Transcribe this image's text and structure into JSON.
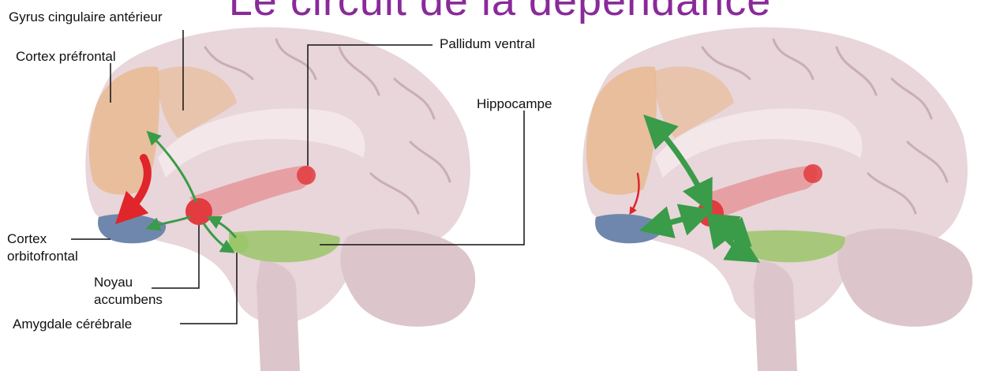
{
  "title": "Le circuit de la dépendance",
  "labels": {
    "acc": "Gyrus cingulaire antérieur",
    "pfc": "Cortex préfrontal",
    "pallidum": "Pallidum ventral",
    "hippo": "Hippocampe",
    "ofc_1": "Cortex",
    "ofc_2": "orbitofrontal",
    "nacc_1": "Noyau",
    "nacc_2": "accumbens",
    "amygdala": "Amygdale cérébrale"
  },
  "colors": {
    "brain": "#e8d6da",
    "prefrontal": "#e8b688",
    "orbitofrontal": "#6f87ad",
    "reward": "#e23b40",
    "hippocampus": "#9bc66a",
    "arrow_green": "#3a9b48",
    "arrow_red": "#e0252b",
    "title": "#8a2a9a"
  }
}
